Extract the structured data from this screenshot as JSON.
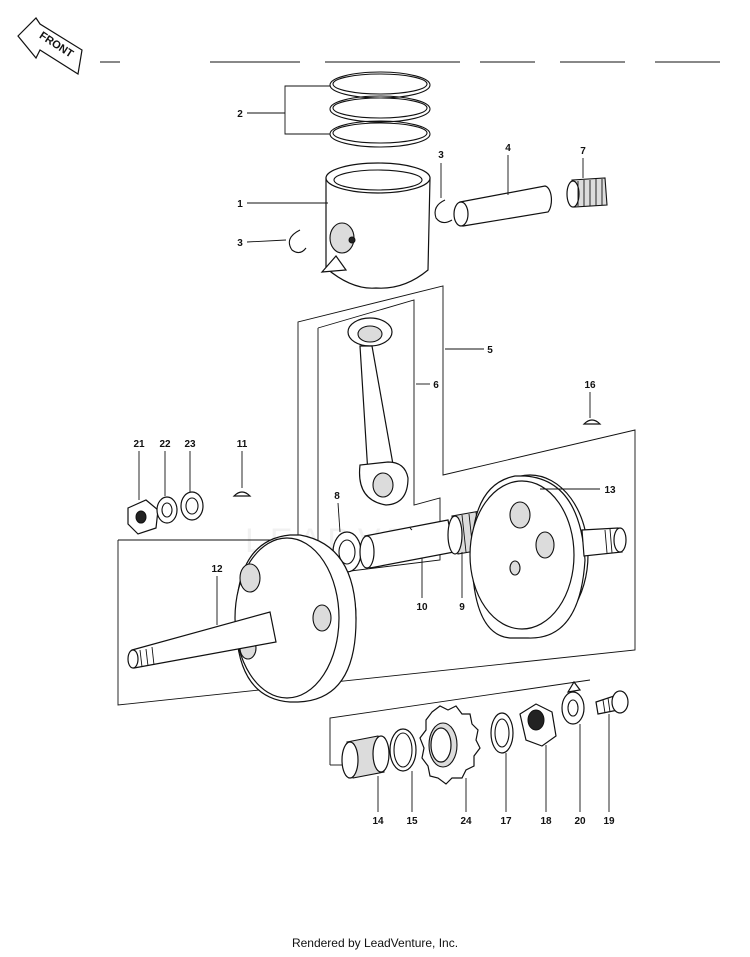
{
  "front_label": "FRONT",
  "watermark": "LEADVENTURE",
  "footer": "Rendered by LeadVenture, Inc.",
  "callouts": {
    "c1": "1",
    "c2": "2",
    "c3a": "3",
    "c3b": "3",
    "c4": "4",
    "c5": "5",
    "c6": "6",
    "c7": "7",
    "c8": "8",
    "c9": "9",
    "c10": "10",
    "c11": "11",
    "c12": "12",
    "c13": "13",
    "c14": "14",
    "c15": "15",
    "c16": "16",
    "c17": "17",
    "c18": "18",
    "c19": "19",
    "c20": "20",
    "c21": "21",
    "c22": "22",
    "c23": "23",
    "c24": "24"
  }
}
